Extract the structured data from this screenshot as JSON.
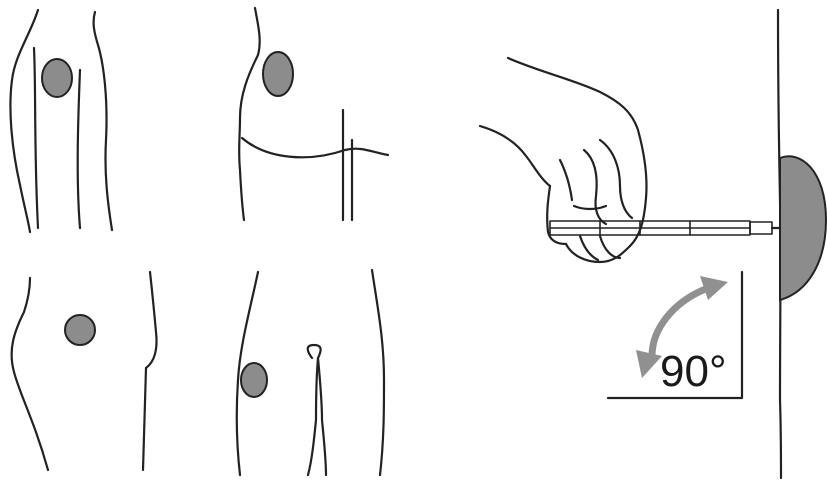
{
  "figure": {
    "angle_label": "90°"
  },
  "colors": {
    "line": "#222222",
    "injection_site_fill": "#8c8c8c",
    "arrow": "#909090",
    "background": "#ffffff"
  },
  "icons": {
    "injection_site": "filled-grey-ellipse",
    "angle_arrow": "curved-double-headed-arrow"
  }
}
